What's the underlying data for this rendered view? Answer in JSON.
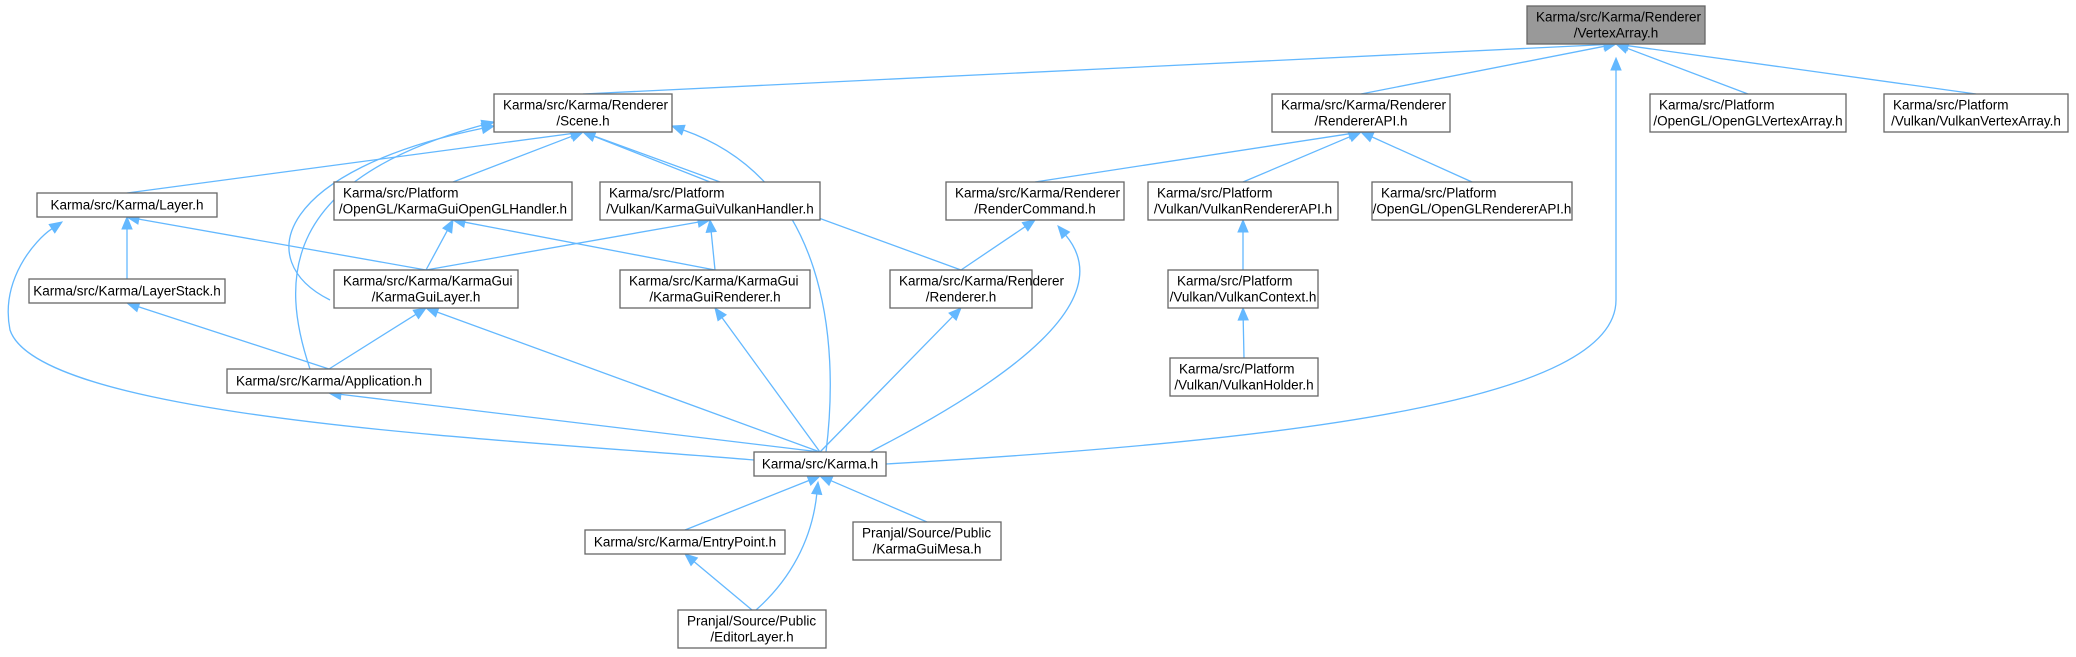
{
  "graph": {
    "nodes": [
      {
        "id": "vertexarray",
        "lines": [
          "Karma/src/Karma/Renderer",
          "/VertexArray.h"
        ],
        "root": true
      },
      {
        "id": "scene",
        "lines": [
          "Karma/src/Karma/Renderer",
          "/Scene.h"
        ]
      },
      {
        "id": "rendererapi",
        "lines": [
          "Karma/src/Karma/Renderer",
          "/RendererAPI.h"
        ]
      },
      {
        "id": "openglvertexarray",
        "lines": [
          "Karma/src/Platform",
          "/OpenGL/OpenGLVertexArray.h"
        ]
      },
      {
        "id": "vulkanvertexarray",
        "lines": [
          "Karma/src/Platform",
          "/Vulkan/VulkanVertexArray.h"
        ]
      },
      {
        "id": "layer",
        "lines": [
          "Karma/src/Karma/Layer.h"
        ]
      },
      {
        "id": "openglhandler",
        "lines": [
          "Karma/src/Platform",
          "/OpenGL/KarmaGuiOpenGLHandler.h"
        ]
      },
      {
        "id": "vulkanhandler",
        "lines": [
          "Karma/src/Platform",
          "/Vulkan/KarmaGuiVulkanHandler.h"
        ]
      },
      {
        "id": "rendercommand",
        "lines": [
          "Karma/src/Karma/Renderer",
          "/RenderCommand.h"
        ]
      },
      {
        "id": "vulkanrendererapi",
        "lines": [
          "Karma/src/Platform",
          "/Vulkan/VulkanRendererAPI.h"
        ]
      },
      {
        "id": "openglrendererapi",
        "lines": [
          "Karma/src/Platform",
          "/OpenGL/OpenGLRendererAPI.h"
        ]
      },
      {
        "id": "layerstack",
        "lines": [
          "Karma/src/Karma/LayerStack.h"
        ]
      },
      {
        "id": "karmaguilayer",
        "lines": [
          "Karma/src/Karma/KarmaGui",
          "/KarmaGuiLayer.h"
        ]
      },
      {
        "id": "karmaguirenderer",
        "lines": [
          "Karma/src/Karma/KarmaGui",
          "/KarmaGuiRenderer.h"
        ]
      },
      {
        "id": "renderer",
        "lines": [
          "Karma/src/Karma/Renderer",
          "/Renderer.h"
        ]
      },
      {
        "id": "vulkancontext",
        "lines": [
          "Karma/src/Platform",
          "/Vulkan/VulkanContext.h"
        ]
      },
      {
        "id": "vulkanholder",
        "lines": [
          "Karma/src/Platform",
          "/Vulkan/VulkanHolder.h"
        ]
      },
      {
        "id": "application",
        "lines": [
          "Karma/src/Karma/Application.h"
        ]
      },
      {
        "id": "karma",
        "lines": [
          "Karma/src/Karma.h"
        ]
      },
      {
        "id": "entrypoint",
        "lines": [
          "Karma/src/Karma/EntryPoint.h"
        ]
      },
      {
        "id": "karmaguimesa",
        "lines": [
          "Pranjal/Source/Public",
          "/KarmaGuiMesa.h"
        ]
      },
      {
        "id": "editorlayer",
        "lines": [
          "Pranjal/Source/Public",
          "/EditorLayer.h"
        ]
      }
    ],
    "edges": [
      {
        "from": "scene",
        "to": "vertexarray"
      },
      {
        "from": "rendererapi",
        "to": "vertexarray"
      },
      {
        "from": "openglvertexarray",
        "to": "vertexarray"
      },
      {
        "from": "vulkanvertexarray",
        "to": "vertexarray"
      },
      {
        "from": "karma",
        "to": "vertexarray"
      },
      {
        "from": "layer",
        "to": "scene"
      },
      {
        "from": "openglhandler",
        "to": "scene"
      },
      {
        "from": "vulkanhandler",
        "to": "scene"
      },
      {
        "from": "karmaguilayer",
        "to": "scene"
      },
      {
        "from": "application",
        "to": "scene"
      },
      {
        "from": "renderer",
        "to": "scene"
      },
      {
        "from": "karma",
        "to": "scene"
      },
      {
        "from": "rendercommand",
        "to": "rendererapi"
      },
      {
        "from": "vulkanrendererapi",
        "to": "rendererapi"
      },
      {
        "from": "openglrendererapi",
        "to": "rendererapi"
      },
      {
        "from": "layerstack",
        "to": "layer"
      },
      {
        "from": "karmaguilayer",
        "to": "layer"
      },
      {
        "from": "karma",
        "to": "layer"
      },
      {
        "from": "karmaguilayer",
        "to": "openglhandler"
      },
      {
        "from": "karmaguirenderer",
        "to": "openglhandler"
      },
      {
        "from": "karmaguilayer",
        "to": "vulkanhandler"
      },
      {
        "from": "karmaguirenderer",
        "to": "vulkanhandler"
      },
      {
        "from": "renderer",
        "to": "rendercommand"
      },
      {
        "from": "karma",
        "to": "rendercommand"
      },
      {
        "from": "vulkancontext",
        "to": "vulkanrendererapi"
      },
      {
        "from": "vulkanholder",
        "to": "vulkancontext"
      },
      {
        "from": "application",
        "to": "layerstack"
      },
      {
        "from": "application",
        "to": "karmaguilayer"
      },
      {
        "from": "karma",
        "to": "karmaguilayer"
      },
      {
        "from": "karma",
        "to": "karmaguirenderer"
      },
      {
        "from": "karma",
        "to": "renderer"
      },
      {
        "from": "karma",
        "to": "application"
      },
      {
        "from": "entrypoint",
        "to": "karma"
      },
      {
        "from": "karmaguimesa",
        "to": "karma"
      },
      {
        "from": "editorlayer",
        "to": "karma"
      },
      {
        "from": "editorlayer",
        "to": "entrypoint"
      }
    ]
  },
  "colors": {
    "edge": "#63b8ff",
    "node_border": "#666666",
    "root_fill": "#999999",
    "node_fill": "#ffffff",
    "text": "#000000"
  }
}
